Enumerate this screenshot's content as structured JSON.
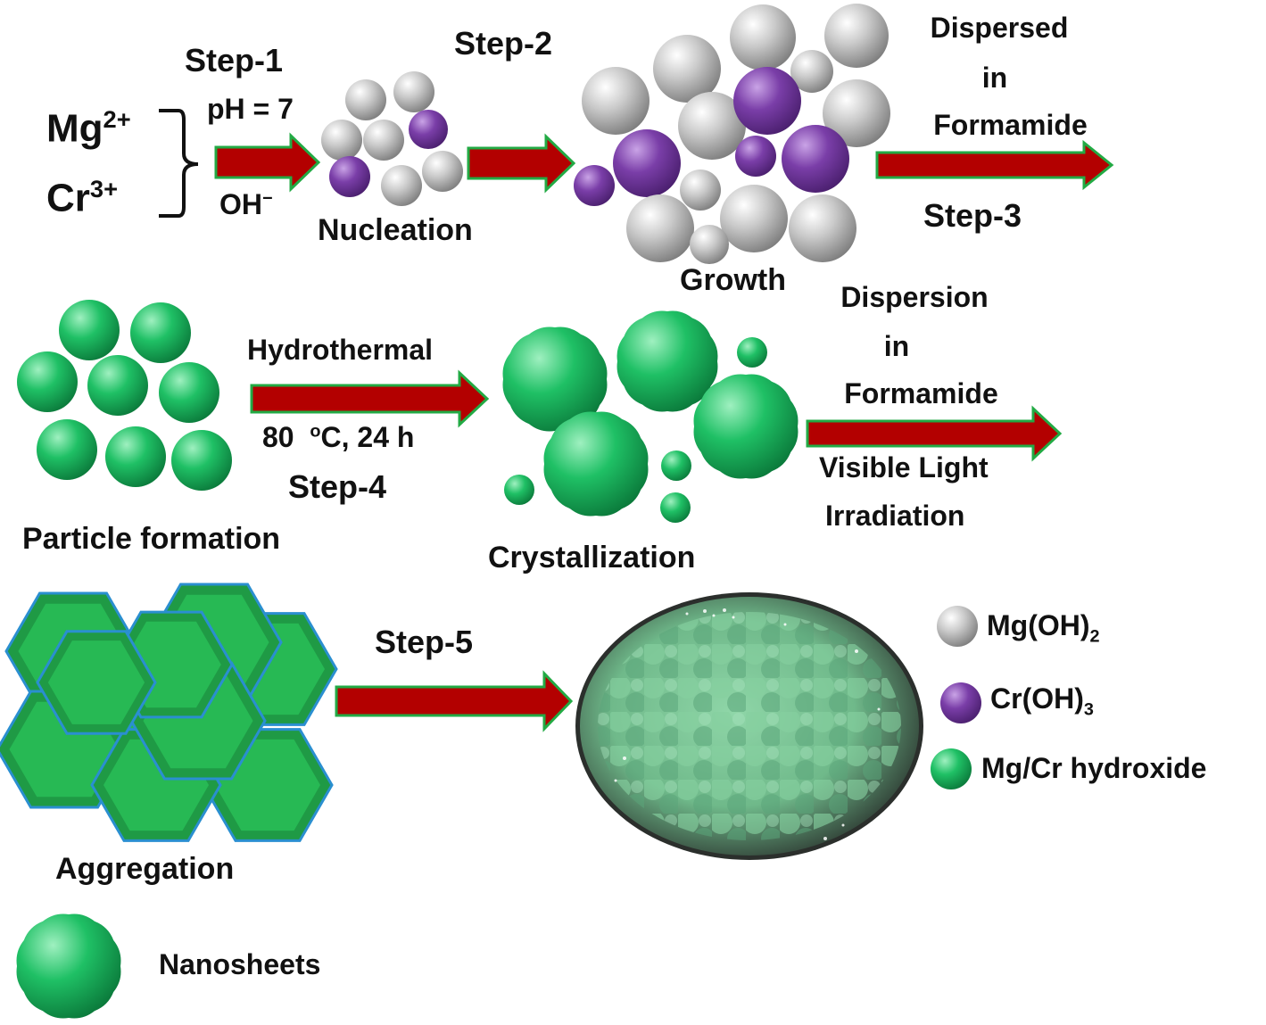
{
  "stage1": {
    "ion_mg": "Mg",
    "ion_mg_charge": "2+",
    "ion_cr": "Cr",
    "ion_cr_charge": "3+",
    "step1": "Step-1",
    "ph": "pH = 7",
    "hydroxide": "OH",
    "hydroxide_charge": "−",
    "nucleation": "Nucleation",
    "step2": "Step-2",
    "growth": "Growth",
    "dispersed": [
      "Dispersed",
      "in",
      "Formamide"
    ],
    "step3": "Step-3"
  },
  "stage2": {
    "particle_formation": "Particle formation",
    "hydrothermal": "Hydrothermal",
    "temp_value": "80",
    "temp_unit": "o",
    "temp_rest": "C, 24 h",
    "step4": "Step-4",
    "crystallization": "Crystallization",
    "dispersion": [
      "Dispersion",
      "in",
      "Formamide"
    ],
    "visible_light": [
      "Visible Light",
      "Irradiation"
    ]
  },
  "stage3": {
    "aggregation": "Aggregation",
    "step5": "Step-5"
  },
  "legend": {
    "mgoh2_base": "Mg(OH)",
    "mgoh2_sub": "2",
    "croh3_base": "Cr(OH)",
    "croh3_sub": "3",
    "mgcr": "Mg/Cr hydroxide",
    "nanosheets": "Nanosheets"
  },
  "colors": {
    "arrow_fill": "#b30000",
    "arrow_outline": "#22aa44",
    "mg_sphere": "#bdbdbd",
    "cr_sphere": "#7a3ea8",
    "green_sphere": "#1fc065",
    "hexagon": "#22b04c",
    "hexagon_edge": "#2a8fd0"
  },
  "icons": [
    "bracket-icon",
    "arrow-icon",
    "sphere-icon",
    "nanosheet-icon",
    "hexagon-icon",
    "sem-image-icon"
  ]
}
